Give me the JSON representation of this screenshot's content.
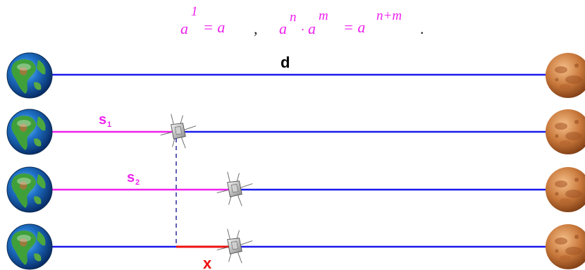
{
  "formula": {
    "part1_base": "a",
    "part1_exp": "1",
    "part1_rhs": "= a",
    "separator": ",",
    "part2_a": "a",
    "part2_n": "n",
    "part2_dot": "·",
    "part2_b": "a",
    "part2_m": "m",
    "part2_eq": "= a",
    "part2_exp": "n+m",
    "period": "."
  },
  "labels": {
    "d": "d",
    "s1_main": "s",
    "s1_sub": "1",
    "s2_main": "s",
    "s2_sub": "2",
    "x": "x"
  },
  "colors": {
    "magenta": "#ee22ee",
    "blue": "#1a1aee",
    "red": "#ee1111",
    "dashed": "#2a2aa0"
  },
  "rows": [
    {
      "name": "row-1",
      "magenta_fraction": 0.0,
      "satellite": false
    },
    {
      "name": "row-2",
      "magenta_fraction": 0.24,
      "satellite": true
    },
    {
      "name": "row-3",
      "magenta_fraction": 0.36,
      "satellite": true
    },
    {
      "name": "row-4",
      "magenta_fraction": 0.0,
      "satellite": true,
      "red_segment": true
    }
  ],
  "icons": {
    "left": "earth-globe-icon",
    "right": "mars-planet-icon",
    "probe": "satellite-icon"
  }
}
